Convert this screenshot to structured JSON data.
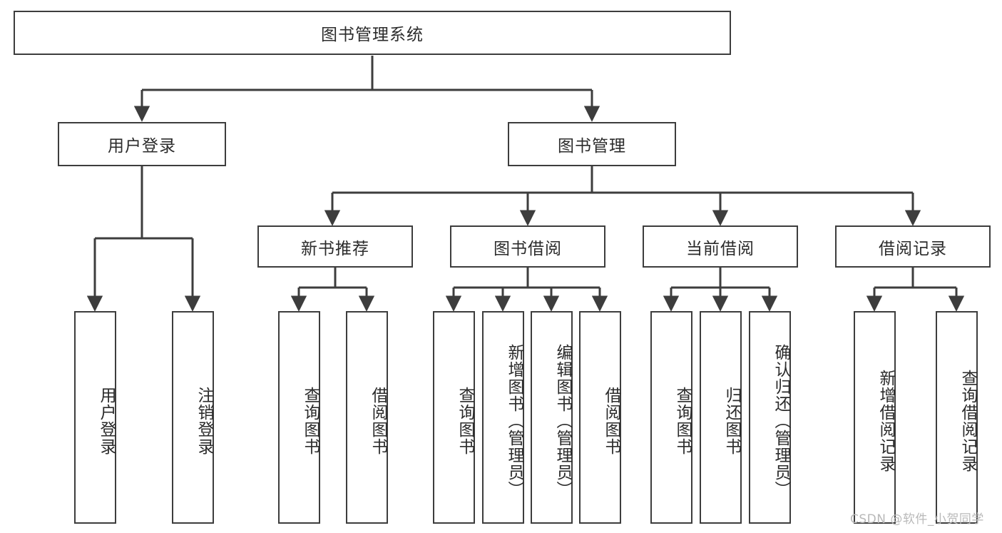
{
  "diagram": {
    "title": "图书管理系统",
    "type": "tree",
    "watermark": "CSDN @软件_小贺同学",
    "colors": {
      "background": "#ffffff",
      "border": "#3d3d3d",
      "line": "#3d3d3d",
      "text": "#2b2b2b",
      "watermark": "#b9b9b9"
    },
    "nodes": {
      "root": {
        "label": "图书管理系统"
      },
      "level1": [
        {
          "id": "user-login",
          "label": "用户登录"
        },
        {
          "id": "book-manage",
          "label": "图书管理"
        }
      ],
      "level2": [
        {
          "id": "new-book-recommend",
          "label": "新书推荐"
        },
        {
          "id": "book-borrow",
          "label": "图书借阅"
        },
        {
          "id": "current-borrow",
          "label": "当前借阅"
        },
        {
          "id": "borrow-record",
          "label": "借阅记录"
        }
      ],
      "leaves": {
        "user-login": [
          {
            "id": "leaf-user-login",
            "label": "用户登录"
          },
          {
            "id": "leaf-logout",
            "label": "注销登录"
          }
        ],
        "new-book-recommend": [
          {
            "id": "leaf-query-book-1",
            "label": "查询图书"
          },
          {
            "id": "leaf-borrow-book-1",
            "label": "借阅图书"
          }
        ],
        "book-borrow": [
          {
            "id": "leaf-query-book-2",
            "label": "查询图书"
          },
          {
            "id": "leaf-add-book",
            "label": "新增图书（管理员）"
          },
          {
            "id": "leaf-edit-book",
            "label": "编辑图书（管理员）"
          },
          {
            "id": "leaf-borrow-book-2",
            "label": "借阅图书"
          }
        ],
        "current-borrow": [
          {
            "id": "leaf-query-book-3",
            "label": "查询图书"
          },
          {
            "id": "leaf-return-book",
            "label": "归还图书"
          },
          {
            "id": "leaf-confirm-return",
            "label": "确认归还（管理员）"
          }
        ],
        "borrow-record": [
          {
            "id": "leaf-add-record",
            "label": "新增借阅记录"
          },
          {
            "id": "leaf-query-record",
            "label": "查询借阅记录"
          }
        ]
      }
    }
  }
}
